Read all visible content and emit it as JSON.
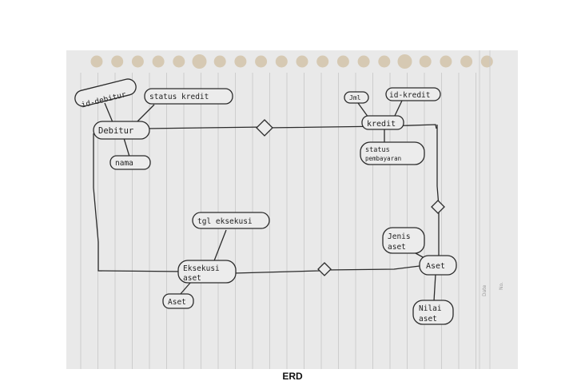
{
  "caption": "ERD",
  "entities": {
    "debitur": "Debitur",
    "kredit": "kredit",
    "eksekusi_aset_1": "Eksekusi",
    "eksekusi_aset_2": "aset",
    "aset": "Aset"
  },
  "attributes": {
    "id_debitur": "id-debitur",
    "status_kredit": "status kredit",
    "nama": "nama",
    "jml": "Jml",
    "id_kredit": "id-kredit",
    "status_pembayaran_1": "status",
    "status_pembayaran_2": "pembayaran",
    "tgl_eksekusi": "tgl eksekusi",
    "aset_attr": "Aset",
    "jenis_aset_1": "Jenis",
    "jenis_aset_2": "aset",
    "nilai_aset_1": "Nilai",
    "nilai_aset_2": "aset"
  },
  "paper_margin": {
    "no_label": "No.",
    "date_label": "Date"
  },
  "colors": {
    "paper": "#e9e9e9",
    "hole": "#d6c9b3",
    "ruling": "#c6c6c6",
    "ink": "#2b2b2b"
  }
}
